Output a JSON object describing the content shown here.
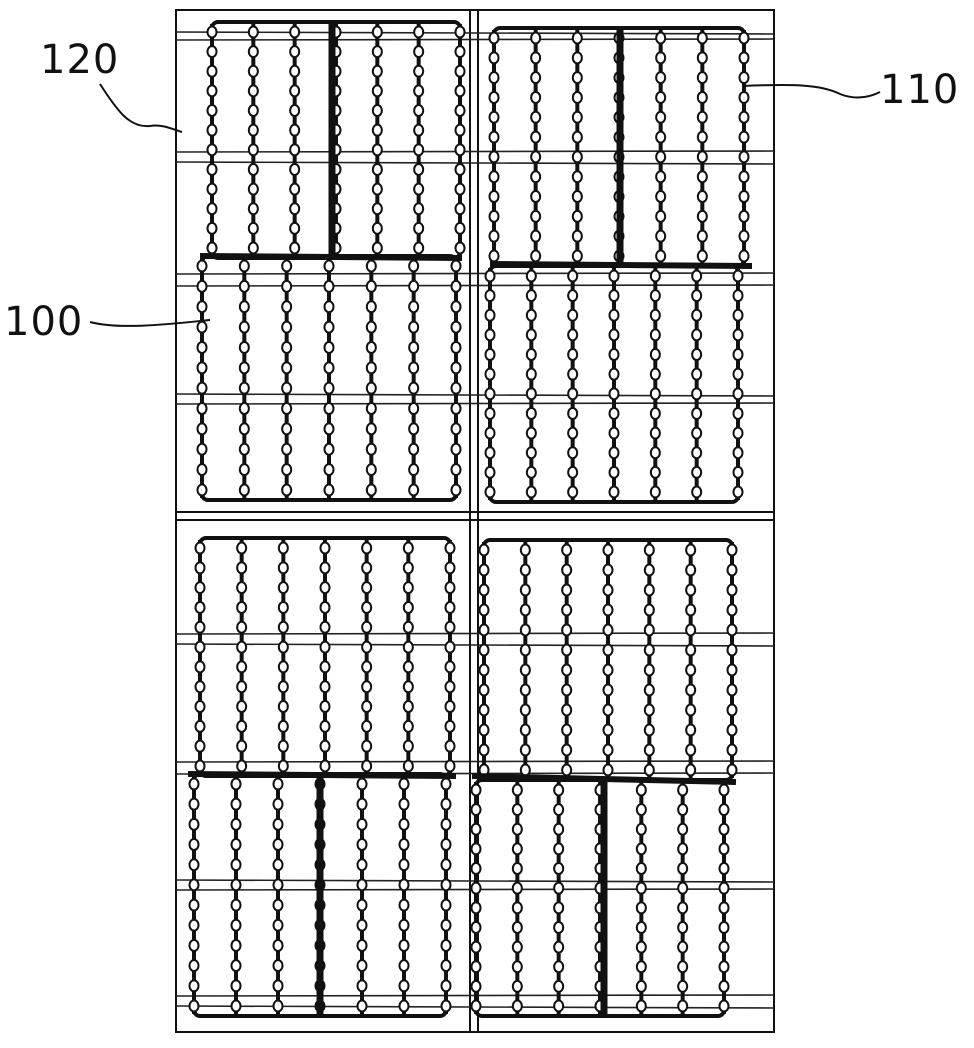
{
  "labels": {
    "panel": "120",
    "cell_module": "110",
    "cell_string": "100"
  },
  "colors": {
    "line": "#111111",
    "background": "#ffffff"
  },
  "structure": {
    "module_rows": 2,
    "module_cols": 2,
    "strings_per_module": 7,
    "sub_blocks_per_module": 2
  }
}
